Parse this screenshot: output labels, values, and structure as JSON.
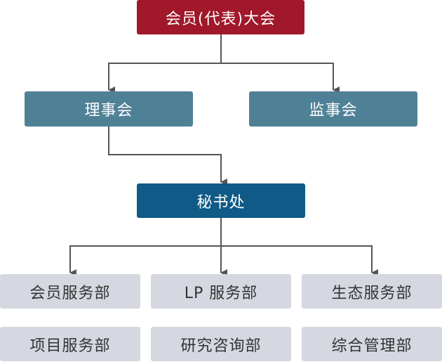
{
  "colors": {
    "top": "#a0182a",
    "council": "#4f8196",
    "secretariat": "#0f5a86",
    "department": "#d5d8e0",
    "connector": "#555555"
  },
  "diagram": {
    "assembly": "会员(代表)大会",
    "councils": [
      "理事会",
      "监事会"
    ],
    "secretariat": "秘书处",
    "departments": [
      [
        "会员服务部",
        "LP 服务部",
        "生态服务部"
      ],
      [
        "项目服务部",
        "研究咨询部",
        "综合管理部"
      ]
    ]
  }
}
